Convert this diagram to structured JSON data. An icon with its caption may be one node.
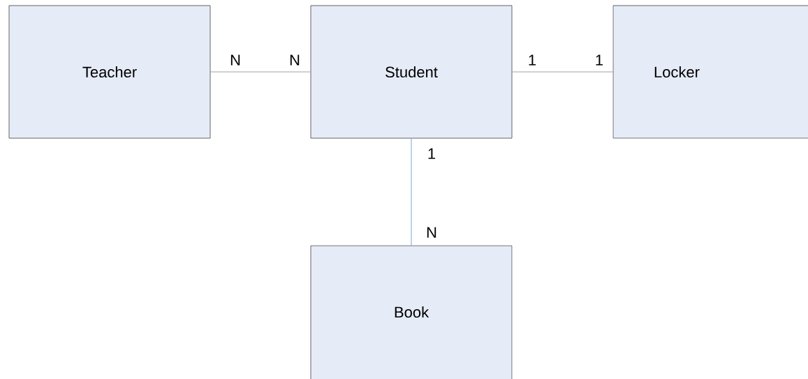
{
  "diagram": {
    "nodes": [
      {
        "text": [
          "Teacher"
        ]
      },
      {
        "text": [
          "Student"
        ]
      },
      {
        "text": [
          "Locker"
        ]
      },
      {
        "text": [
          "Book"
        ]
      }
    ],
    "edges": [
      {
        "from": 0,
        "to": 1,
        "arrow": "none"
      },
      {
        "from": 1,
        "to": 2,
        "arrow": "none"
      },
      {
        "from": 1,
        "to": 3,
        "arrow": "none",
        "color": "#5b8fc7"
      }
    ],
    "labels": [
      "N",
      "N",
      "1",
      "1",
      "1",
      "N"
    ]
  }
}
